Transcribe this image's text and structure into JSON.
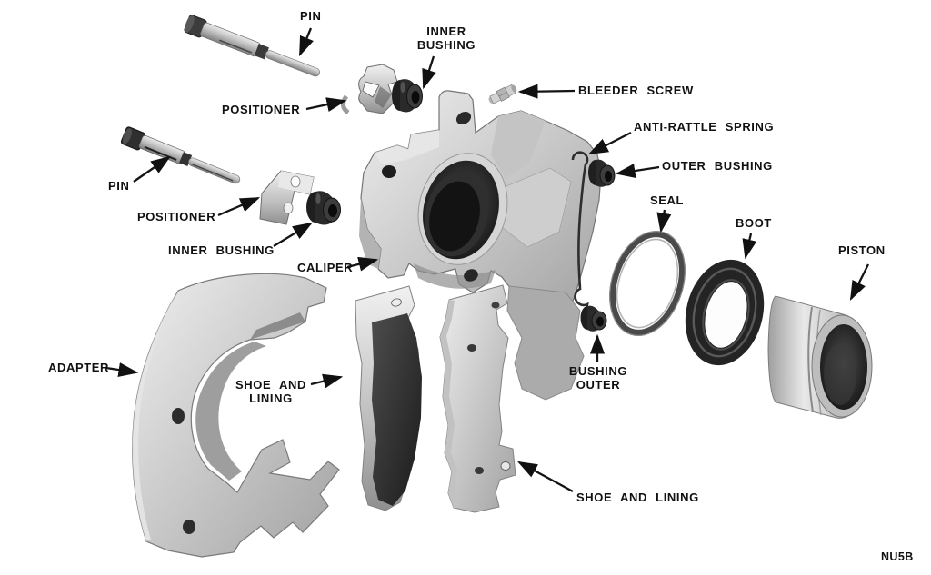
{
  "figure": {
    "code": "NU5B",
    "background_color": "#ffffff",
    "label_color": "#111111",
    "labels": [
      {
        "id": "pin-top",
        "text": "PIN"
      },
      {
        "id": "inner-bushing-top",
        "text": "INNER\nBUSHING"
      },
      {
        "id": "positioner-top",
        "text": "POSITIONER"
      },
      {
        "id": "bleeder-screw",
        "text": "BLEEDER SCREW"
      },
      {
        "id": "anti-rattle-spring",
        "text": "ANTI-RATTLE SPRING"
      },
      {
        "id": "outer-bushing",
        "text": "OUTER BUSHING"
      },
      {
        "id": "seal",
        "text": "SEAL"
      },
      {
        "id": "boot",
        "text": "BOOT"
      },
      {
        "id": "piston",
        "text": "PISTON"
      },
      {
        "id": "pin-left",
        "text": "PIN"
      },
      {
        "id": "positioner-left",
        "text": "POSITIONER"
      },
      {
        "id": "inner-bushing-left",
        "text": "INNER BUSHING"
      },
      {
        "id": "caliper",
        "text": "CALIPER"
      },
      {
        "id": "adapter",
        "text": "ADAPTER"
      },
      {
        "id": "shoe-lining-mid",
        "text": "SHOE AND\nLINING"
      },
      {
        "id": "bushing-outer",
        "text": "BUSHING\nOUTER"
      },
      {
        "id": "shoe-lining-bottom",
        "text": "SHOE AND LINING"
      }
    ]
  }
}
